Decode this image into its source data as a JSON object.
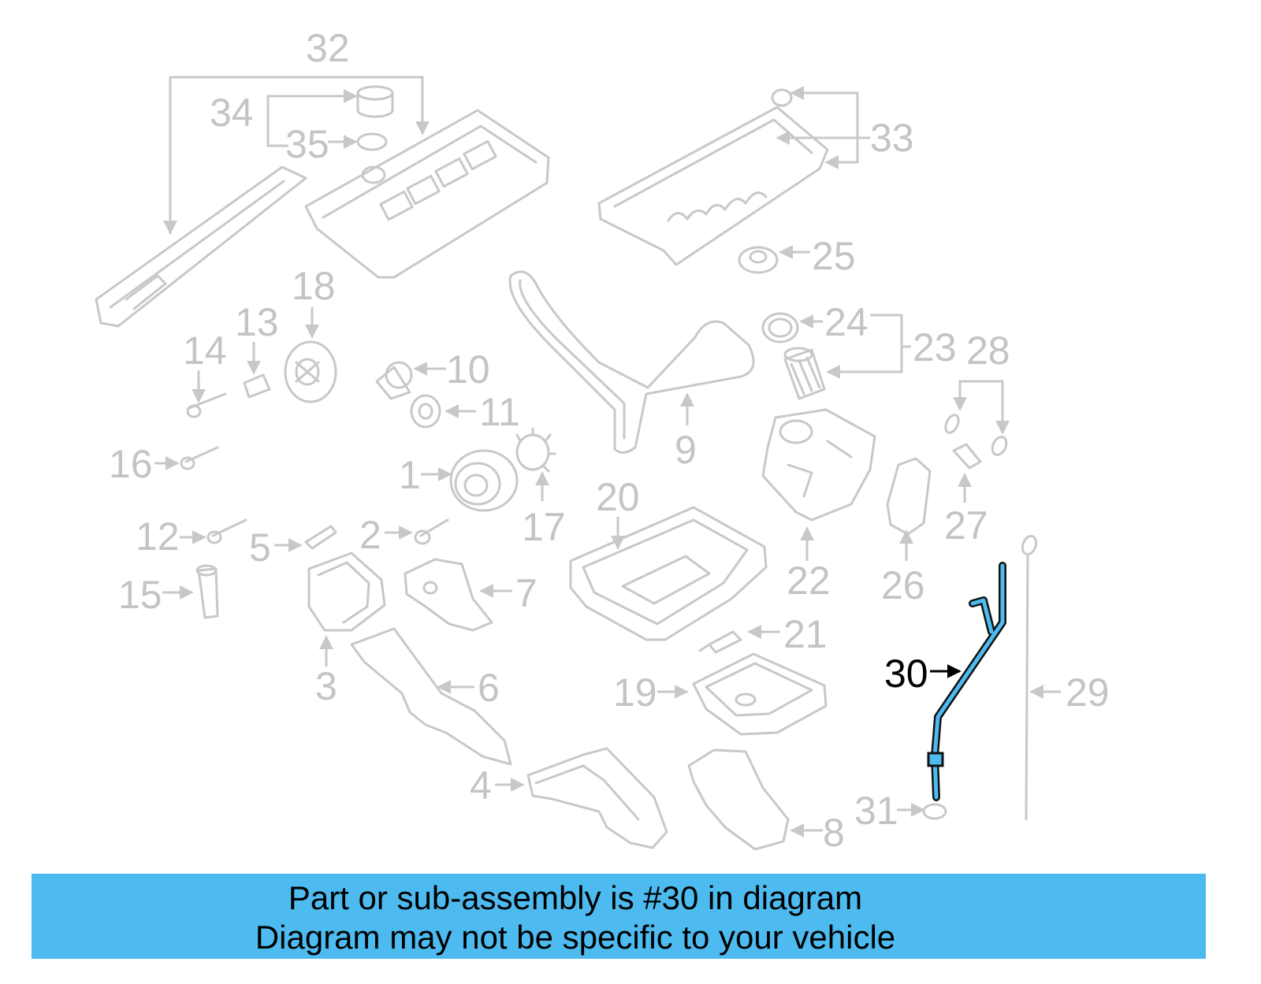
{
  "diagram": {
    "callouts": [
      "1",
      "2",
      "3",
      "4",
      "5",
      "6",
      "7",
      "8",
      "9",
      "10",
      "11",
      "12",
      "13",
      "14",
      "15",
      "16",
      "17",
      "18",
      "19",
      "20",
      "21",
      "22",
      "23",
      "24",
      "25",
      "26",
      "27",
      "28",
      "29",
      "30",
      "31",
      "32",
      "33",
      "34",
      "35"
    ],
    "highlighted_callout": "30",
    "colors": {
      "part_line": "#c8c8c8",
      "highlight": "#4dbbf0",
      "highlight_outline": "#111111"
    }
  },
  "banner": {
    "line1": "Part or sub-assembly is #30 in diagram",
    "line2": "Diagram may not be specific to your vehicle",
    "background": "#4dbbf0"
  }
}
